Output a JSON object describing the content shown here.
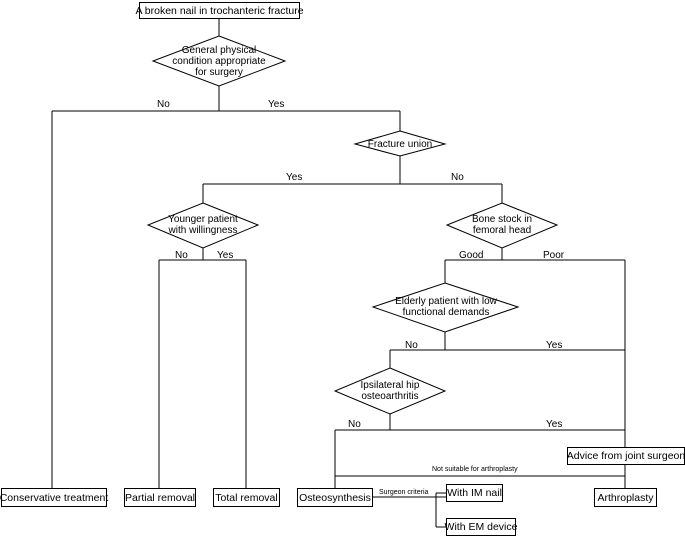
{
  "nodes": {
    "start": "A broken nail in trochanteric fracture",
    "physical_condition": "General physical condition appropriate for surgery",
    "fracture_union": "Fracture union",
    "younger_patient": "Younger patient with willingness",
    "bone_stock": "Bone stock in femoral head",
    "elderly_patient": "Elderly patient with low functional demands",
    "ipsilateral_oa": "Ipsilateral hip osteoarthritis",
    "advice_joint_surgeon": "Advice from joint surgeon",
    "conservative": "Conservative treatment",
    "partial_removal": "Partial removal",
    "total_removal": "Total removal",
    "osteosynthesis": "Osteosynthesis",
    "arthroplasty": "Arthroplasty",
    "im_nail": "With IM nail",
    "em_device": "With EM device"
  },
  "labels": {
    "no": "No",
    "yes": "Yes",
    "good": "Good",
    "poor": "Poor",
    "not_suitable": "Not suitable for arthroplasty",
    "surgeon_criteria": "Surgeon criteria"
  }
}
